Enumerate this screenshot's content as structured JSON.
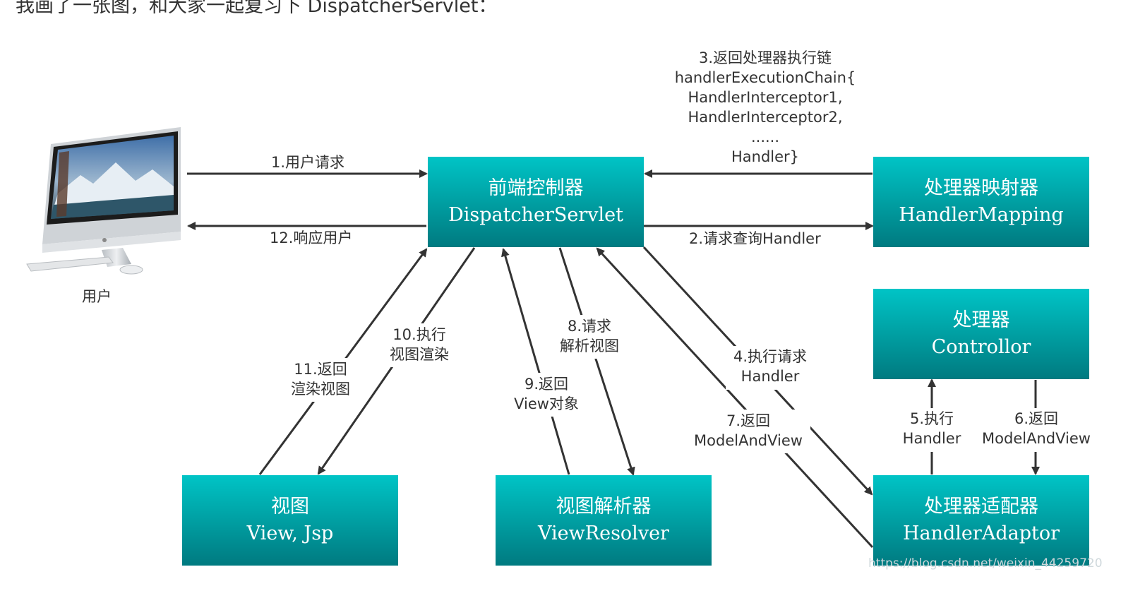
{
  "page": {
    "intro_text": "我画了一张图，和大家一起复习下 DispatcherServlet："
  },
  "user": {
    "label": "用户"
  },
  "boxes": {
    "dispatcher": {
      "line1": "前端控制器",
      "line2": "DispatcherServlet"
    },
    "mapping": {
      "line1": "处理器映射器",
      "line2": "HandlerMapping"
    },
    "controller": {
      "line1": "处理器",
      "line2": "Controllor"
    },
    "adaptor": {
      "line1": "处理器适配器",
      "line2": "HandlerAdaptor"
    },
    "view": {
      "line1": "视图",
      "line2": "View, Jsp"
    },
    "resolver": {
      "line1": "视图解析器",
      "line2": "ViewResolver"
    }
  },
  "labels": {
    "step1": [
      "1.用户请求"
    ],
    "step12": [
      "12.响应用户"
    ],
    "step2": [
      "2.请求查询Handler"
    ],
    "step3": [
      "3.返回处理器执行链",
      "handlerExecutionChain{",
      "HandlerInterceptor1,",
      "HandlerInterceptor2,",
      "......",
      "Handler}"
    ],
    "step4": [
      "4.执行请求",
      "Handler"
    ],
    "step5": [
      "5.执行",
      "Handler"
    ],
    "step6": [
      "6.返回",
      "ModelAndView"
    ],
    "step7": [
      "7.返回",
      "ModelAndView"
    ],
    "step8": [
      "8.请求",
      "解析视图"
    ],
    "step9": [
      "9.返回",
      "View对象"
    ],
    "step10": [
      "10.执行",
      "视图渲染"
    ],
    "step11": [
      "11.返回",
      "渲染视图"
    ]
  },
  "watermark": "https://blog.csdn.net/weixin_44259720",
  "colors": {
    "box_top": "#00c4c6",
    "box_bottom": "#007a80",
    "arrow": "#333333"
  }
}
